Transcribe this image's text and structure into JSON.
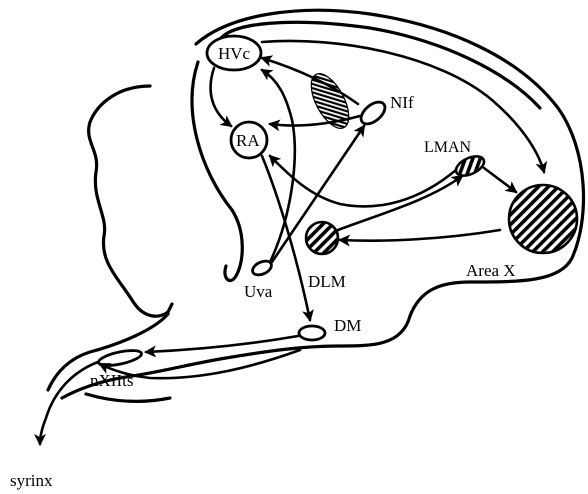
{
  "nuclei": {
    "hvc": "HVc",
    "ra": "RA",
    "nif": "NIf",
    "lman": "LMAN",
    "area_x": "Area X",
    "dlm": "DLM",
    "uva": "Uva",
    "dm": "DM",
    "nxiits": "nXIIts"
  },
  "output": "syrinx"
}
